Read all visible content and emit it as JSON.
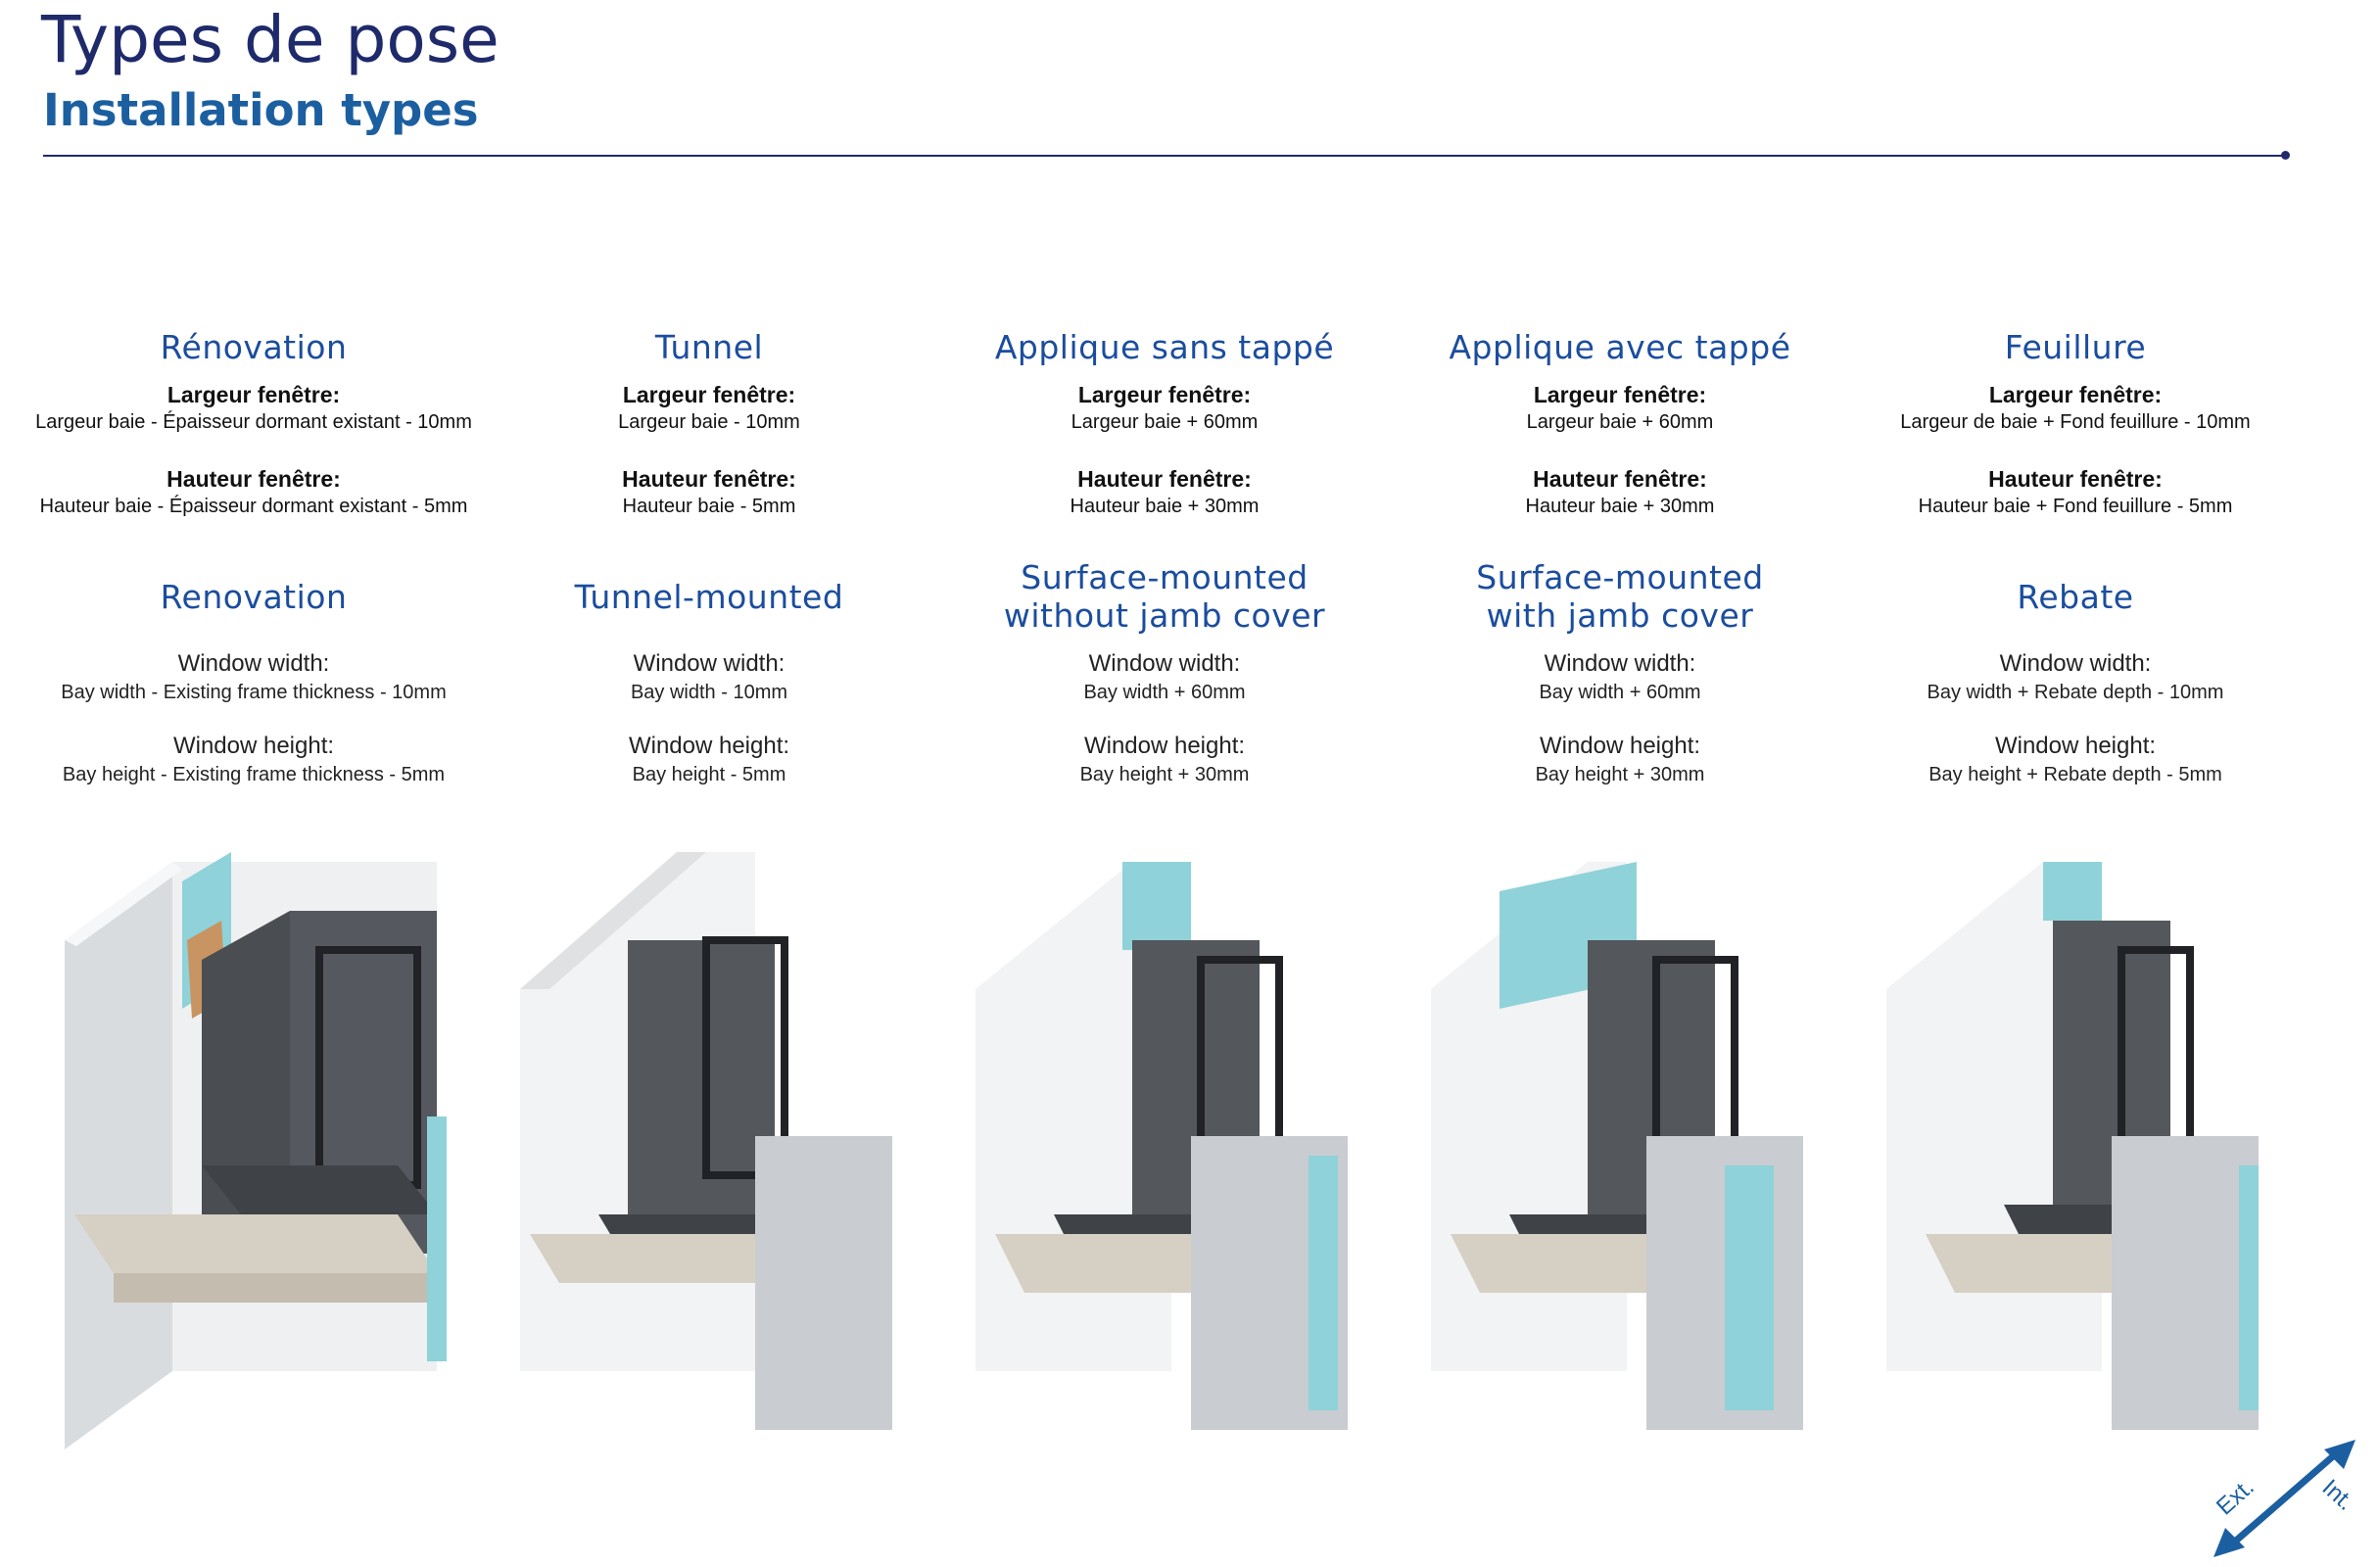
{
  "header": {
    "title": "Types de pose",
    "subtitle": "Installation types"
  },
  "columns": [
    {
      "fr_title": "Rénovation",
      "fr_width_label": "Largeur fenêtre:",
      "fr_width_value": "Largeur baie - Épaisseur dormant existant - 10mm",
      "fr_height_label": "Hauteur fenêtre:",
      "fr_height_value": "Hauteur baie - Épaisseur dormant existant - 5mm",
      "en_title_line1": "Renovation",
      "en_title_line2": "",
      "en_width_label": "Window width:",
      "en_width_value": "Bay width - Existing frame thickness - 10mm",
      "en_height_label": "Window height:",
      "en_height_value": "Bay height - Existing frame thickness - 5mm"
    },
    {
      "fr_title": "Tunnel",
      "fr_width_label": "Largeur fenêtre:",
      "fr_width_value": "Largeur baie - 10mm",
      "fr_height_label": "Hauteur fenêtre:",
      "fr_height_value": "Hauteur baie - 5mm",
      "en_title_line1": "Tunnel-mounted",
      "en_title_line2": "",
      "en_width_label": "Window width:",
      "en_width_value": "Bay width - 10mm",
      "en_height_label": "Window height:",
      "en_height_value": "Bay height - 5mm"
    },
    {
      "fr_title": "Applique sans tappé",
      "fr_width_label": "Largeur fenêtre:",
      "fr_width_value": "Largeur baie + 60mm",
      "fr_height_label": "Hauteur fenêtre:",
      "fr_height_value": "Hauteur baie + 30mm",
      "en_title_line1": "Surface-mounted",
      "en_title_line2": "without jamb cover",
      "en_width_label": "Window width:",
      "en_width_value": "Bay width + 60mm",
      "en_height_label": "Window height:",
      "en_height_value": "Bay height + 30mm"
    },
    {
      "fr_title": "Applique avec tappé",
      "fr_width_label": "Largeur fenêtre:",
      "fr_width_value": "Largeur baie + 60mm",
      "fr_height_label": "Hauteur fenêtre:",
      "fr_height_value": "Hauteur baie + 30mm",
      "en_title_line1": "Surface-mounted",
      "en_title_line2": "with jamb cover",
      "en_width_label": "Window width:",
      "en_width_value": "Bay width + 60mm",
      "en_height_label": "Window height:",
      "en_height_value": "Bay height + 30mm"
    },
    {
      "fr_title": "Feuillure",
      "fr_width_label": "Largeur fenêtre:",
      "fr_width_value": "Largeur de baie + Fond feuillure - 10mm",
      "fr_height_label": "Hauteur fenêtre:",
      "fr_height_value": "Hauteur baie + Fond feuillure - 5mm",
      "en_title_line1": "Rebate",
      "en_title_line2": "",
      "en_width_label": "Window width:",
      "en_width_value": "Bay width + Rebate depth - 10mm",
      "en_height_label": "Window height:",
      "en_height_value": "Bay height + Rebate depth - 5mm"
    }
  ],
  "orientation": {
    "exterior_label": "Ext.",
    "interior_label": "Int."
  },
  "colors": {
    "title": "#1f2a6b",
    "accent_blue": "#1b4d9e",
    "frame_grey": "#4a4d52",
    "wall_white": "#eceff1",
    "insulation": "#8fd2d9",
    "sill_stone": "#d6cfc3"
  }
}
